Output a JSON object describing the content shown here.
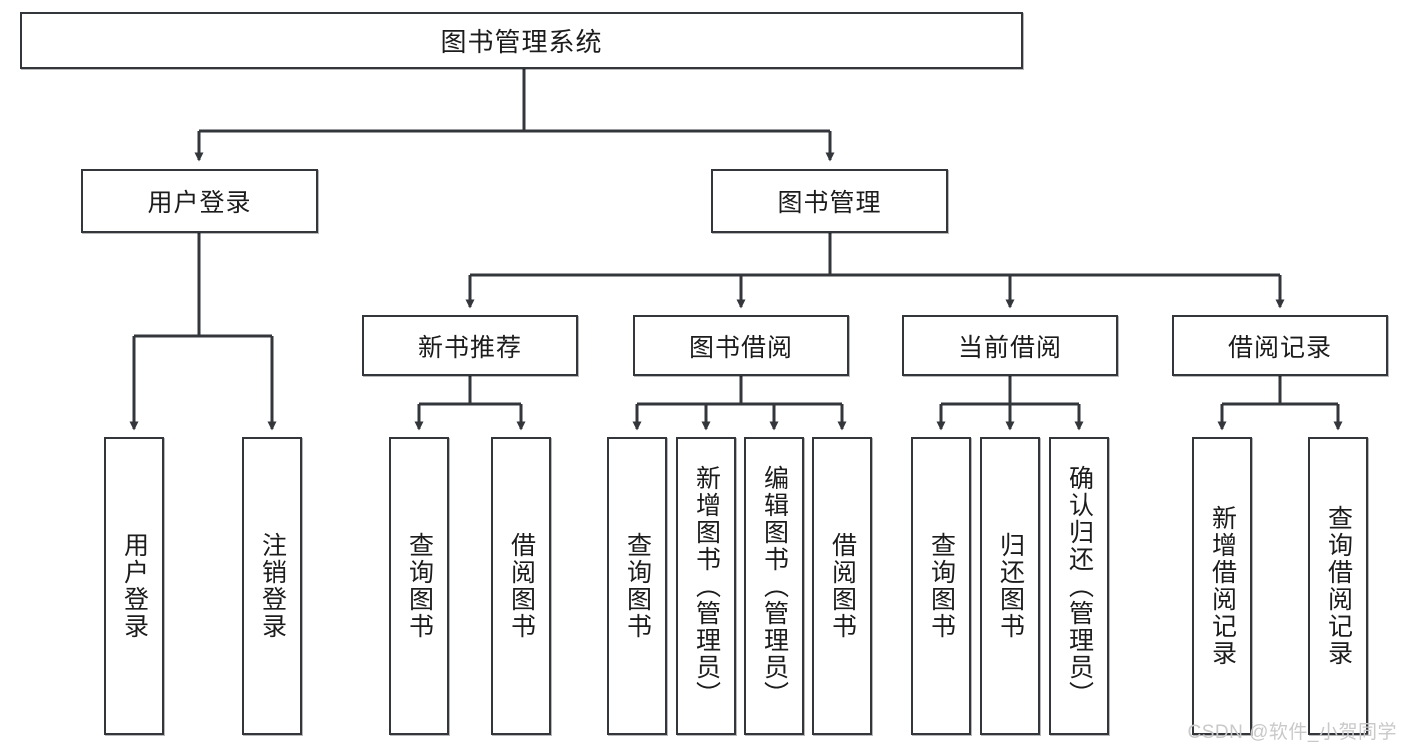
{
  "diagram": {
    "title": "图书管理系统",
    "type": "hierarchy-tree",
    "root": {
      "id": "root",
      "label": "图书管理系统"
    },
    "level2": [
      {
        "id": "user-login",
        "label": "用户登录"
      },
      {
        "id": "book-manage",
        "label": "图书管理"
      }
    ],
    "level3": [
      {
        "id": "new-book-recommend",
        "label": "新书推荐"
      },
      {
        "id": "book-borrow",
        "label": "图书借阅"
      },
      {
        "id": "current-borrow",
        "label": "当前借阅"
      },
      {
        "id": "borrow-record",
        "label": "借阅记录"
      }
    ],
    "leaves": {
      "user_login": [
        {
          "id": "leaf-user-login",
          "label": "用户登录"
        },
        {
          "id": "leaf-logout-login",
          "label": "注销登录"
        }
      ],
      "new_book_recommend": [
        {
          "id": "leaf-query-book-1",
          "label": "查询图书"
        },
        {
          "id": "leaf-borrow-book-1",
          "label": "借阅图书"
        }
      ],
      "book_borrow": [
        {
          "id": "leaf-query-book-2",
          "label": "查询图书"
        },
        {
          "id": "leaf-add-book",
          "label": "新增图书（管理员）"
        },
        {
          "id": "leaf-edit-book",
          "label": "编辑图书（管理员）"
        },
        {
          "id": "leaf-borrow-book-2",
          "label": "借阅图书"
        }
      ],
      "current_borrow": [
        {
          "id": "leaf-query-book-3",
          "label": "查询图书"
        },
        {
          "id": "leaf-return-book",
          "label": "归还图书"
        },
        {
          "id": "leaf-confirm-return",
          "label": "确认归还（管理员）"
        }
      ],
      "borrow_record": [
        {
          "id": "leaf-add-record",
          "label": "新增借阅记录"
        },
        {
          "id": "leaf-query-record",
          "label": "查询借阅记录"
        }
      ]
    },
    "watermark": "CSDN @软件_小贺同学",
    "colors": {
      "stroke": "#33363b",
      "fill": "#ffffff",
      "text": "#1c1c1c",
      "watermark": "#c9c9c9"
    }
  }
}
